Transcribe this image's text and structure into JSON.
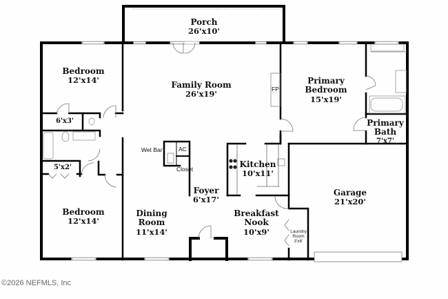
{
  "floorplan": {
    "rooms": [
      {
        "id": "porch",
        "name": "Porch",
        "dims": "26'x10'"
      },
      {
        "id": "bedroom-nw",
        "name": "Bedroom",
        "dims": "12'x14'"
      },
      {
        "id": "family-room",
        "name": "Family Room",
        "dims": "26'x19'"
      },
      {
        "id": "primary-bedroom",
        "name": "Primary Bedroom",
        "name_line1": "Primary",
        "name_line2": "Bedroom",
        "dims": "15'x19'"
      },
      {
        "id": "primary-bath",
        "name": "Primary Bath",
        "name_line1": "Primary",
        "name_line2": "Bath",
        "dims": "7'x7'"
      },
      {
        "id": "closet-6x3",
        "name": "",
        "dims": "6'x3'"
      },
      {
        "id": "closet-5x2",
        "name": "",
        "dims": "5'x2'"
      },
      {
        "id": "bedroom-sw",
        "name": "Bedroom",
        "dims": "12'x14'"
      },
      {
        "id": "dining-room",
        "name": "Dining Room",
        "name_line1": "Dining",
        "name_line2": "Room",
        "dims": "11'x14'"
      },
      {
        "id": "foyer",
        "name": "Foyer",
        "dims": "6'x17'"
      },
      {
        "id": "kitchen",
        "name": "Kitchen",
        "dims": "10'x11'"
      },
      {
        "id": "breakfast-nook",
        "name": "Breakfast Nook",
        "name_line1": "Breakfast",
        "name_line2": "Nook",
        "dims": "10'x9'"
      },
      {
        "id": "garage",
        "name": "Garage",
        "dims": "21'x20'"
      },
      {
        "id": "laundry-room",
        "name": "Laundry Room",
        "name_line1": "Laundry",
        "name_line2": "Room",
        "dims": "3'x6'"
      }
    ],
    "small_labels": {
      "wet_bar": "Wet Bar",
      "ac": "AC",
      "closet": "Closet",
      "fireplace": "FP"
    }
  },
  "copyright": "©2026 NEFMLS, Inc"
}
